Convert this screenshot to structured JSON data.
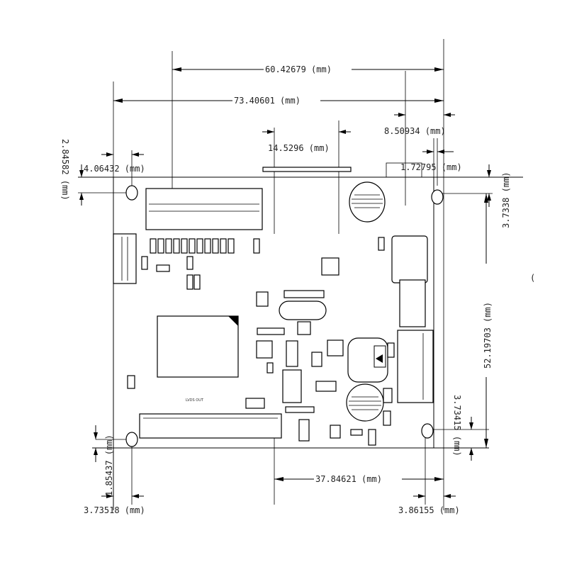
{
  "dimensions": {
    "top_60": "60.42679 (mm)",
    "top_73": "73.40601 (mm)",
    "top_8_5": "8.50934 (mm)",
    "top_14_5": "14.5296 (mm)",
    "left_4_06": "4.06432 (mm)",
    "left_2_84": "2.84582 (mm)",
    "right_1_72": "1.72795 (mm)",
    "right_3_73_top": "3.7338 (mm)",
    "right_52": "52.19703 (mm)",
    "right_3_73_bottom": "3.73415 (mm)",
    "left_1_85": "1.85437 (mm)",
    "bottom_37": "37.84621 (mm)",
    "bottom_3_73": "3.73518 (mm)",
    "bottom_3_86": "3.86155 (mm)"
  },
  "board_labels": {
    "lvds": "LVDS OUT"
  }
}
